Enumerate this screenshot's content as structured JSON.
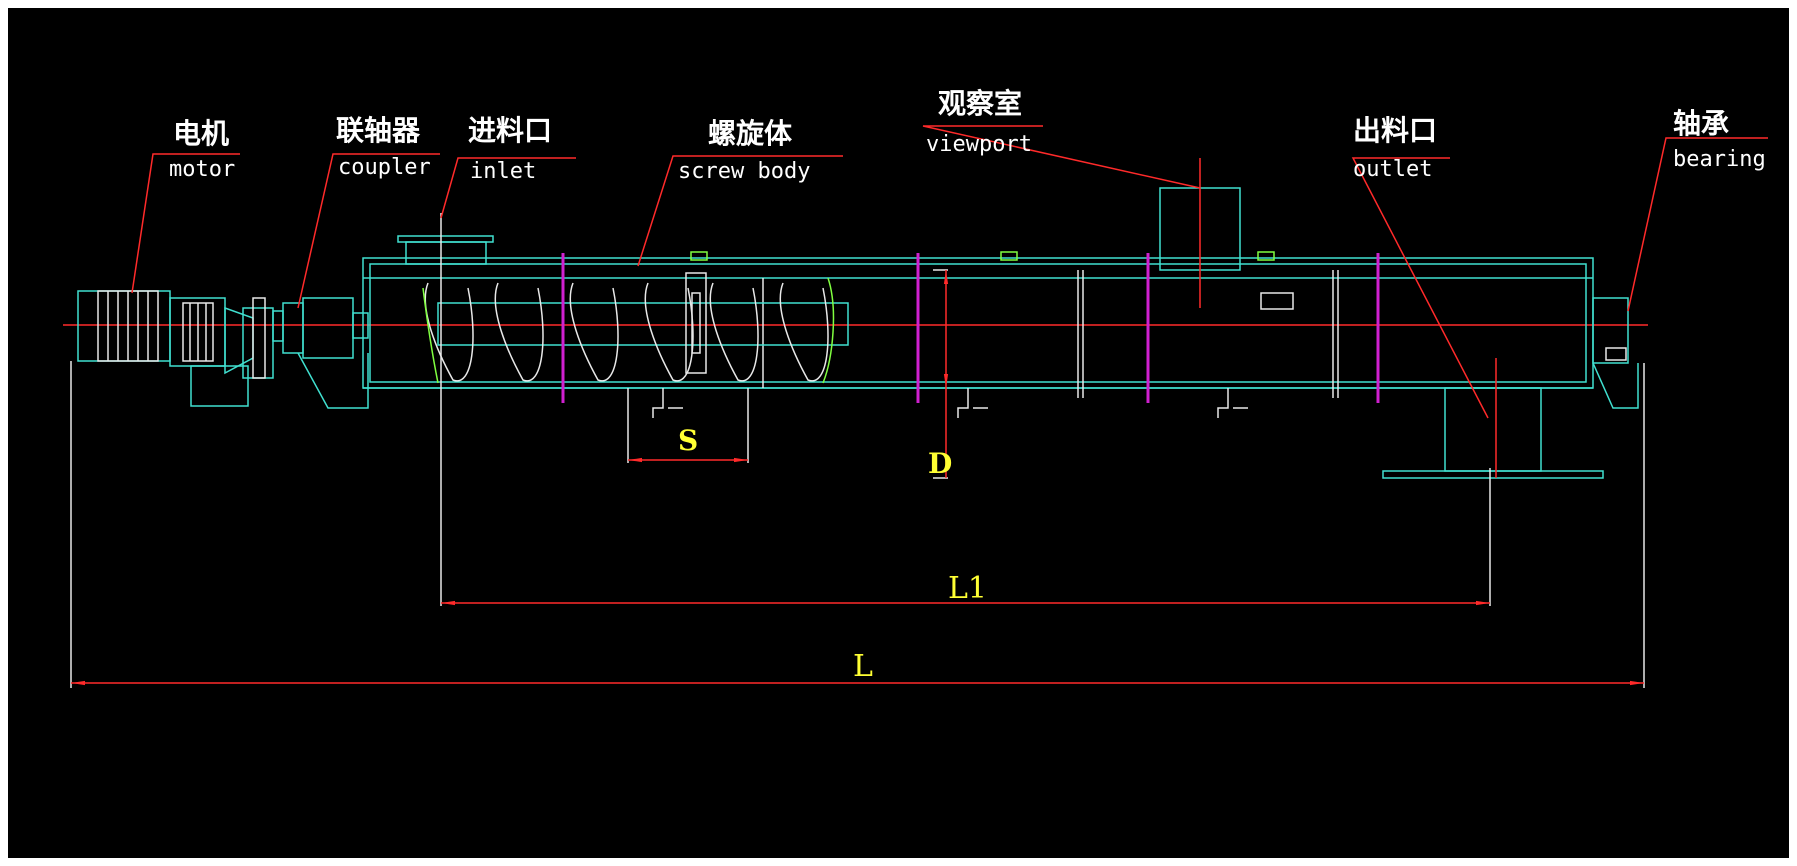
{
  "labels": {
    "motor": {
      "cn": "电机",
      "en": "motor"
    },
    "coupler": {
      "cn": "联轴器",
      "en": "coupler"
    },
    "inlet": {
      "cn": "进料口",
      "en": "inlet"
    },
    "screw_body": {
      "cn": "螺旋体",
      "en": "screw body"
    },
    "viewport": {
      "cn": "观察室",
      "en": "viewport"
    },
    "outlet": {
      "cn": "出料口",
      "en": "outlet"
    },
    "bearing": {
      "cn": "轴承",
      "en": "bearing"
    }
  },
  "dimensions": {
    "pitch": "S",
    "diameter": "D",
    "inlet_to_outlet": "L1",
    "overall_length": "L"
  },
  "colors": {
    "background": "#000000",
    "outline": "#40e0d0",
    "centerline": "#ff2a2a",
    "flange": "#d020d0",
    "dimension_text": "#ffff33"
  }
}
